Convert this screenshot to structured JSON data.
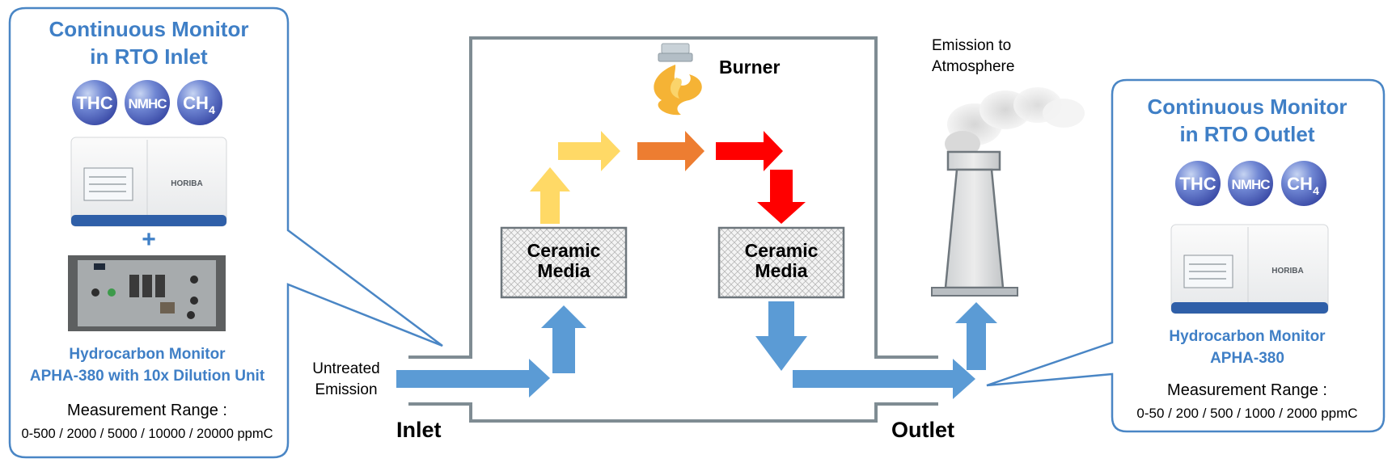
{
  "colors": {
    "callout_border": "#4a86c5",
    "title_blue": "#3f7fc6",
    "flow_blue": "#5b9bd5",
    "chamber_gray": "#7f8c93",
    "heat_yellow": "#ffd966",
    "heat_orange": "#ed7d31",
    "heat_red": "#ff0000",
    "badge_blue": "#4a5cb8"
  },
  "left_monitor": {
    "title_line1": "Continuous Monitor",
    "title_line2": "in RTO Inlet",
    "badges": [
      "THC",
      "NMHC",
      "CH",
      "4"
    ],
    "analyzer_brand": "HORIBA",
    "plus": "+",
    "name_line1": "Hydrocarbon Monitor",
    "name_line2": "APHA-380 with 10x Dilution Unit",
    "range_label": "Measurement Range :",
    "range_values": "0-500 / 2000 / 5000 / 10000 / 20000 ppmC"
  },
  "right_monitor": {
    "title_line1": "Continuous Monitor",
    "title_line2": "in RTO Outlet",
    "badges": [
      "THC",
      "NMHC",
      "CH",
      "4"
    ],
    "analyzer_brand": "HORIBA",
    "name_line1": "Hydrocarbon Monitor",
    "name_line2": "APHA-380",
    "range_label": "Measurement Range :",
    "range_values": "0-50 / 200 / 500 / 1000 / 2000 ppmC"
  },
  "rto": {
    "burner": "Burner",
    "media_left_line1": "Ceramic",
    "media_left_line2": "Media",
    "media_right_line1": "Ceramic",
    "media_right_line2": "Media",
    "inlet": "Inlet",
    "outlet": "Outlet",
    "untreated_line1": "Untreated",
    "untreated_line2": "Emission",
    "emission_line1": "Emission to",
    "emission_line2": "Atmosphere"
  }
}
